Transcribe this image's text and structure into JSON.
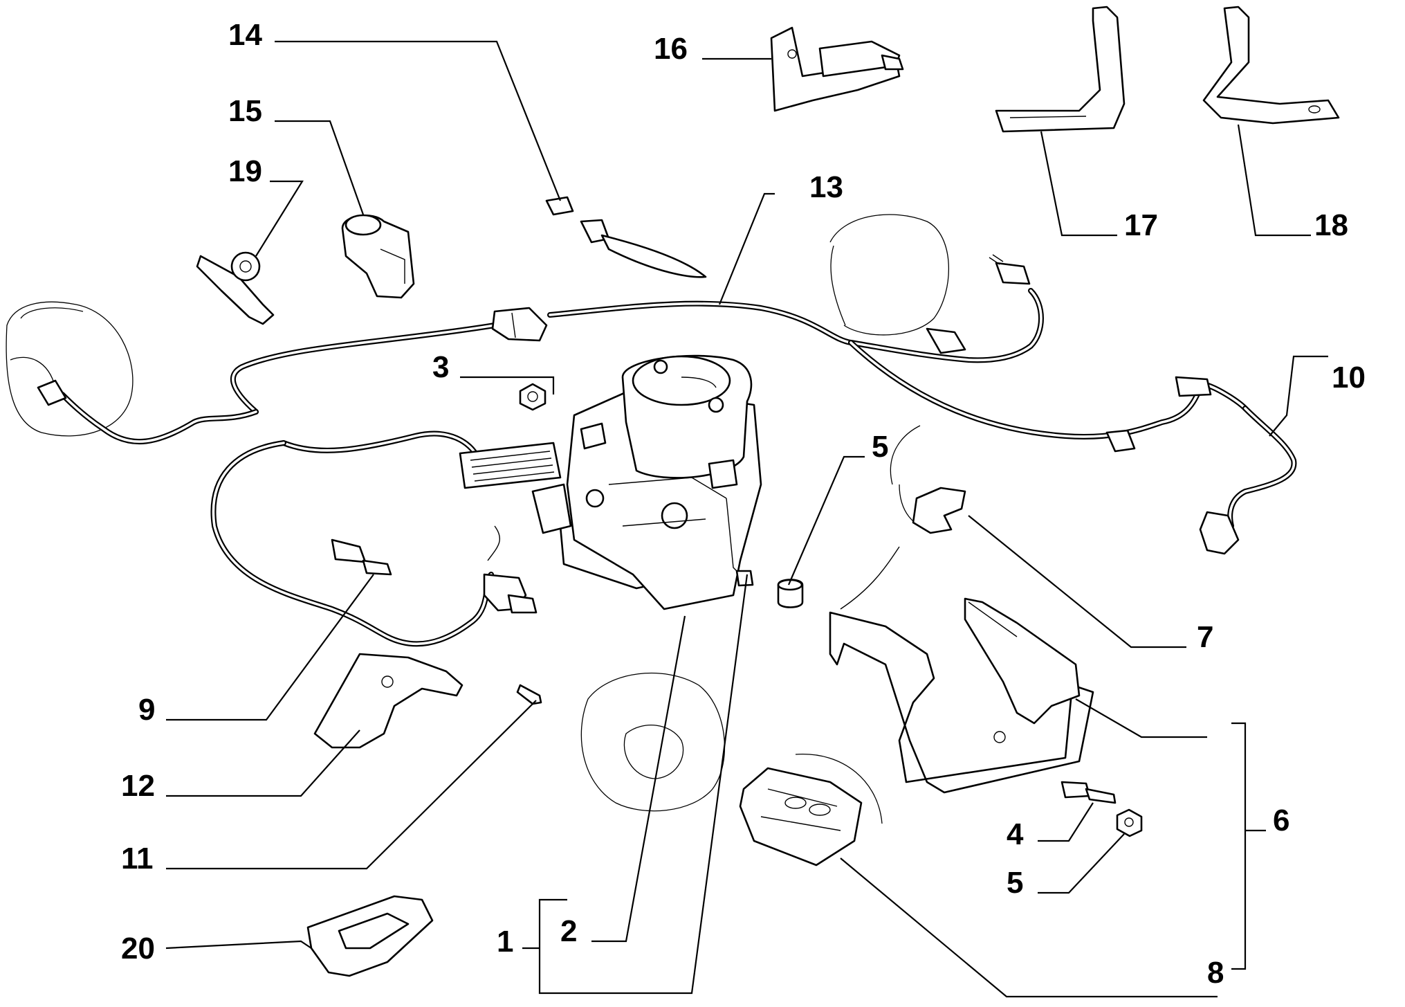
{
  "diagram": {
    "callouts": {
      "c1": "1",
      "c2": "2",
      "c3": "3",
      "c4": "4",
      "c5a": "5",
      "c5b": "5",
      "c6": "6",
      "c7": "7",
      "c8": "8",
      "c9": "9",
      "c10": "10",
      "c11": "11",
      "c12": "12",
      "c13": "13",
      "c14": "14",
      "c15": "15",
      "c16": "16",
      "c17": "17",
      "c18": "18",
      "c19": "19",
      "c20": "20"
    }
  }
}
